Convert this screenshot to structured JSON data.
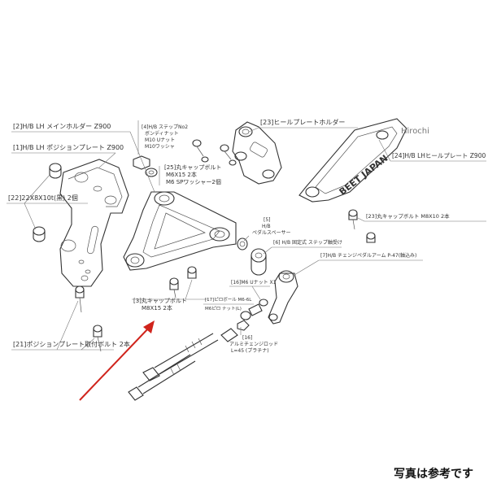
{
  "watermark": "Hirochi",
  "footer_note": "写真は参考です",
  "colors": {
    "arrow": "#d0241c",
    "line": "#333333"
  },
  "labels": {
    "l2": "[2]H/B LH メインホルダー Z900",
    "l1": "[1]H/B LH ポジションプレート Z900",
    "l22": "[22]22X8X10t(黒) 2個",
    "l21": "[21]ポジションプレート取付ボルト 2本",
    "l4a": "[4]H/B ステップNo2",
    "l4b": "ボンディナット",
    "l4c": "M10 Uナット",
    "l4d": "M10ワッシャ",
    "l25a": "[25]丸キャップボルト",
    "l25b": "M6X15 2本",
    "l25c": "M6 SPワッシャー2個",
    "l23top": "[23]ヒールプレートホルダー",
    "l24": "[24]H/B LHヒールプレート Z900",
    "l23b": "[23]丸キャップボルト M8X10 2本",
    "l5a": "[5]",
    "l5b": "H/B",
    "l5c": "ペダルスペーサー",
    "l6": "[6] H/B 固定式 ステップ軸受け",
    "l7": "[7]H/B チェンジペダルアーム P-47(軸込み)",
    "l3a": "[3]丸キャップボルト",
    "l3b": "M8X15 2本",
    "l16n": "[16]M6 Uナット X1",
    "l17a": "[17]ピロボール M6-6L",
    "l17b": "M6ピロ ナット(L)",
    "l16a": "[16]",
    "l16b": "アルミチェンジロッド",
    "l16c": "L=45 (プラチナ)"
  },
  "plate_text": "BEET JAPAN"
}
